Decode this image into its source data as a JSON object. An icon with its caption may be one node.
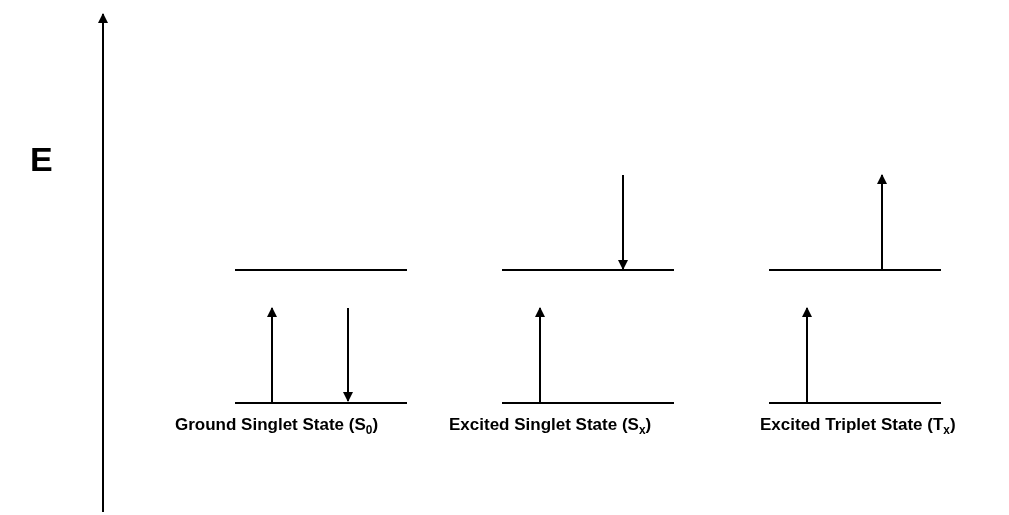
{
  "diagram": {
    "labels": [
      "E",
      "Ground Singlet State (S$_{0}$)",
      "Excited Singlet State (S$_{x}$)",
      "Excited Triplet State (T$_{x}$)"
    ]
  }
}
